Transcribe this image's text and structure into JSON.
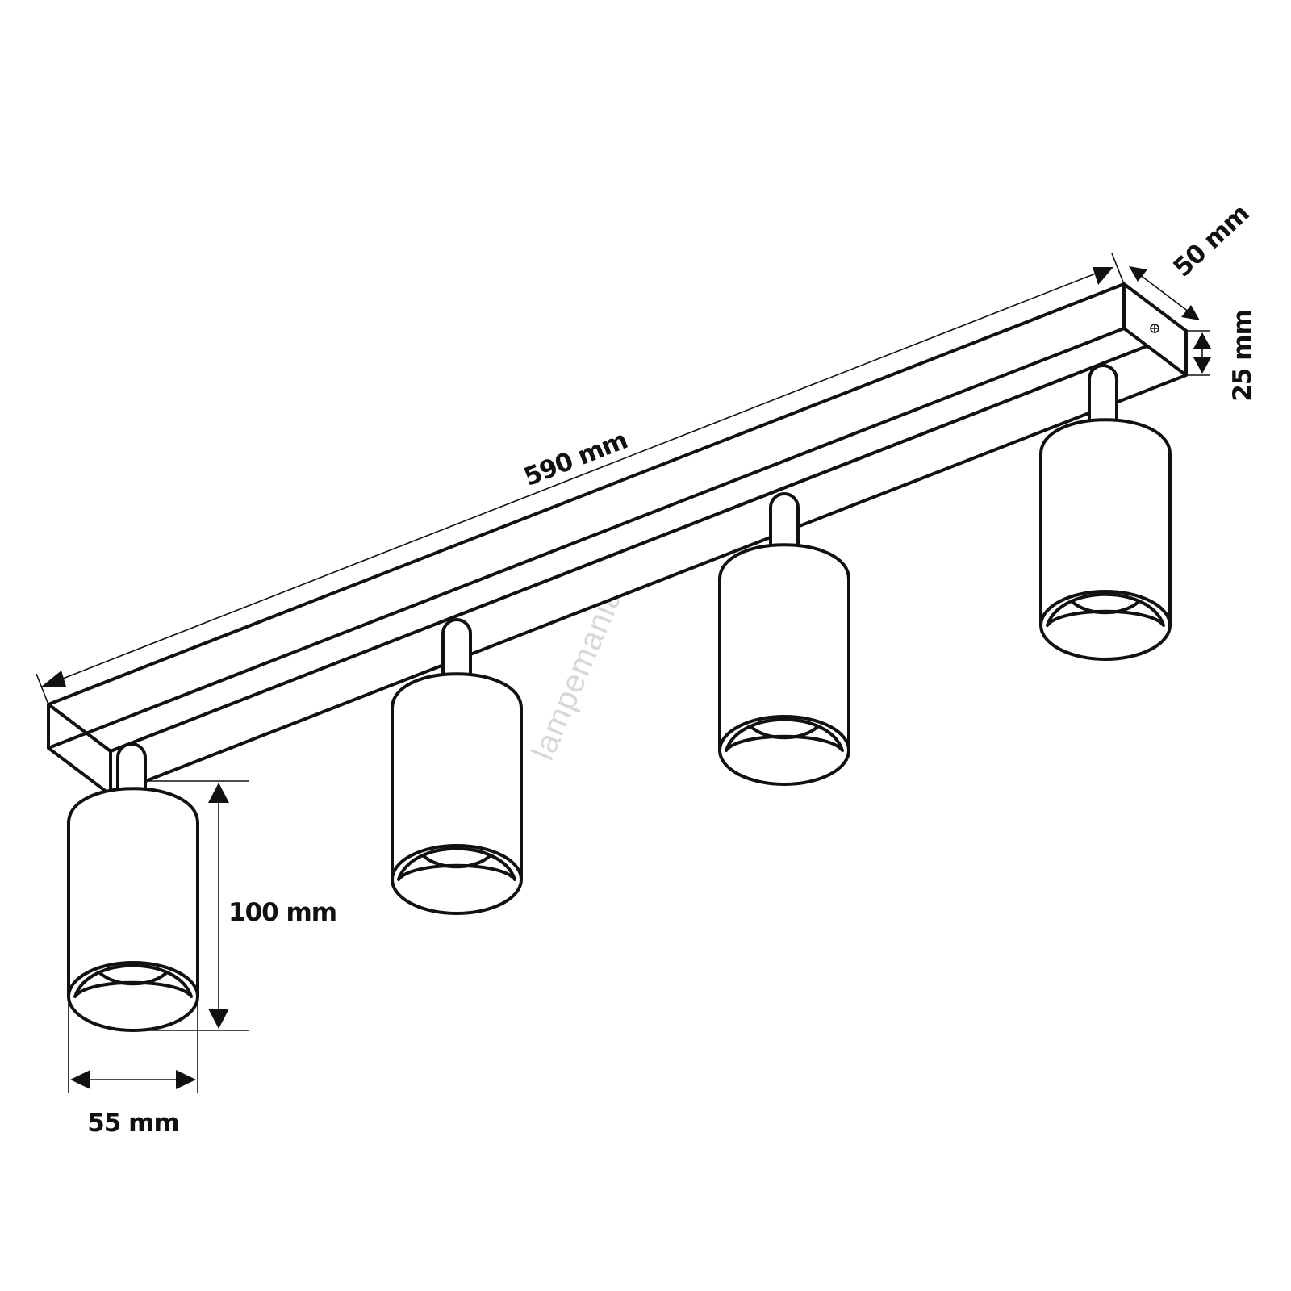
{
  "diagram": {
    "dimensions": {
      "length": "590 mm",
      "width": "50 mm",
      "height": "25 mm",
      "spot_height": "100 mm",
      "spot_diameter": "55 mm"
    },
    "watermark": "lampemania.dk",
    "spot_count": 4,
    "line_color": "#111111",
    "background_color": "#ffffff"
  }
}
